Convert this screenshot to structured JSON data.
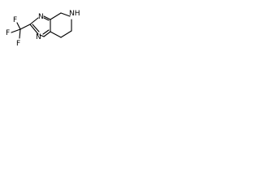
{
  "structure": {
    "atoms": {
      "f_top": "F",
      "f_left": "F",
      "f_bottom": "F",
      "n_ring_top": "N",
      "n_ring_bottom": "N",
      "nh_right": "NH"
    }
  }
}
